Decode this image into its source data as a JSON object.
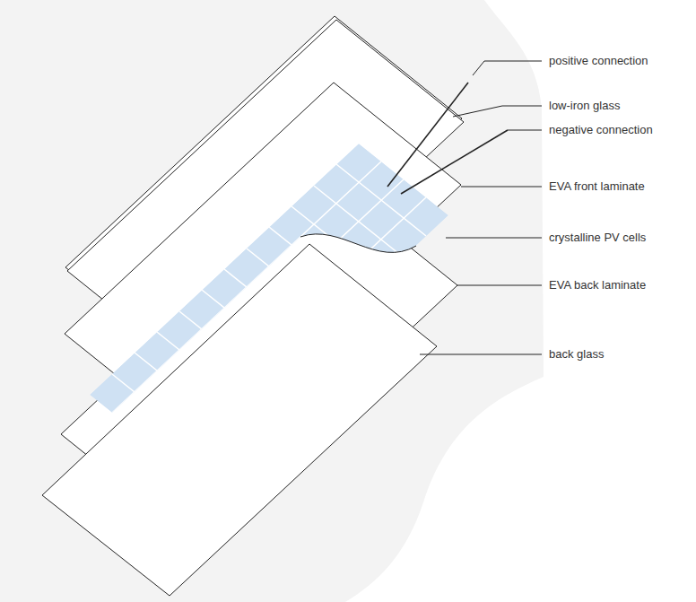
{
  "diagram": {
    "labels": [
      "positive connection",
      "low-iron glass",
      "negative connection",
      "EVA front laminate",
      "crystalline PV cells",
      "EVA back laminate",
      "back glass"
    ]
  }
}
